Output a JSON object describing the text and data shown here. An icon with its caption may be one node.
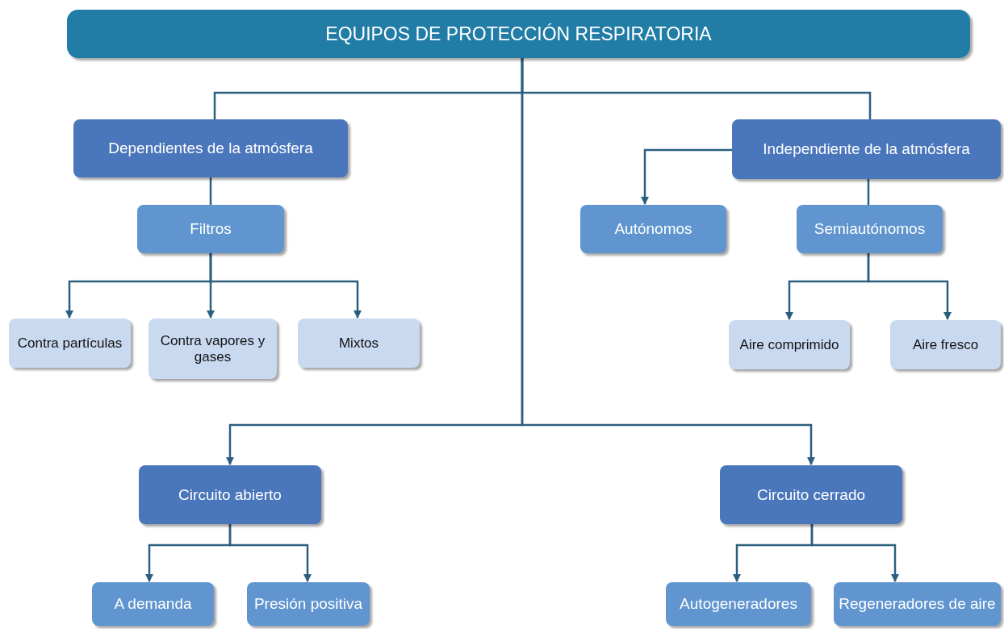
{
  "diagram": {
    "nodes": [
      {
        "text": [
          "EQUIPOS DE PROTECCIÓN RESPIRATORIA"
        ]
      },
      {
        "text": [
          "Dependientes de la atmósfera"
        ]
      },
      {
        "text": [
          "Filtros"
        ]
      },
      {
        "text": [
          "Contra partículas"
        ]
      },
      {
        "text": [
          "Contra vapores y gases"
        ]
      },
      {
        "text": [
          "Mixtos"
        ]
      },
      {
        "text": [
          "Independiente de la atmósfera"
        ]
      },
      {
        "text": [
          "Autónomos"
        ]
      },
      {
        "text": [
          "Semiautónomos"
        ]
      },
      {
        "text": [
          "Aire comprimido"
        ]
      },
      {
        "text": [
          "Aire fresco"
        ]
      },
      {
        "text": [
          "Circuito abierto"
        ]
      },
      {
        "text": [
          "Circuito cerrado"
        ]
      },
      {
        "text": [
          "A demanda"
        ]
      },
      {
        "text": [
          "Presión positiva"
        ]
      },
      {
        "text": [
          "Autogeneradores"
        ]
      },
      {
        "text": [
          "Regeneradores de aire"
        ]
      }
    ],
    "edges": [
      {
        "from": 0,
        "to": 1,
        "arrow": "none"
      },
      {
        "from": 0,
        "to": 6,
        "arrow": "none"
      },
      {
        "from": 1,
        "to": 2,
        "arrow": "none"
      },
      {
        "from": 2,
        "to": 3,
        "arrow": "to"
      },
      {
        "from": 2,
        "to": 4,
        "arrow": "to"
      },
      {
        "from": 2,
        "to": 5,
        "arrow": "to"
      },
      {
        "from": 6,
        "to": 7,
        "arrow": "to"
      },
      {
        "from": 6,
        "to": 8,
        "arrow": "none"
      },
      {
        "from": 8,
        "to": 9,
        "arrow": "to"
      },
      {
        "from": 8,
        "to": 10,
        "arrow": "to"
      },
      {
        "from": 0,
        "to": 11,
        "arrow": "to"
      },
      {
        "from": 0,
        "to": 12,
        "arrow": "to"
      },
      {
        "from": 11,
        "to": 13,
        "arrow": "to"
      },
      {
        "from": 11,
        "to": 14,
        "arrow": "to"
      },
      {
        "from": 12,
        "to": 15,
        "arrow": "to"
      },
      {
        "from": 12,
        "to": 16,
        "arrow": "to"
      }
    ]
  }
}
